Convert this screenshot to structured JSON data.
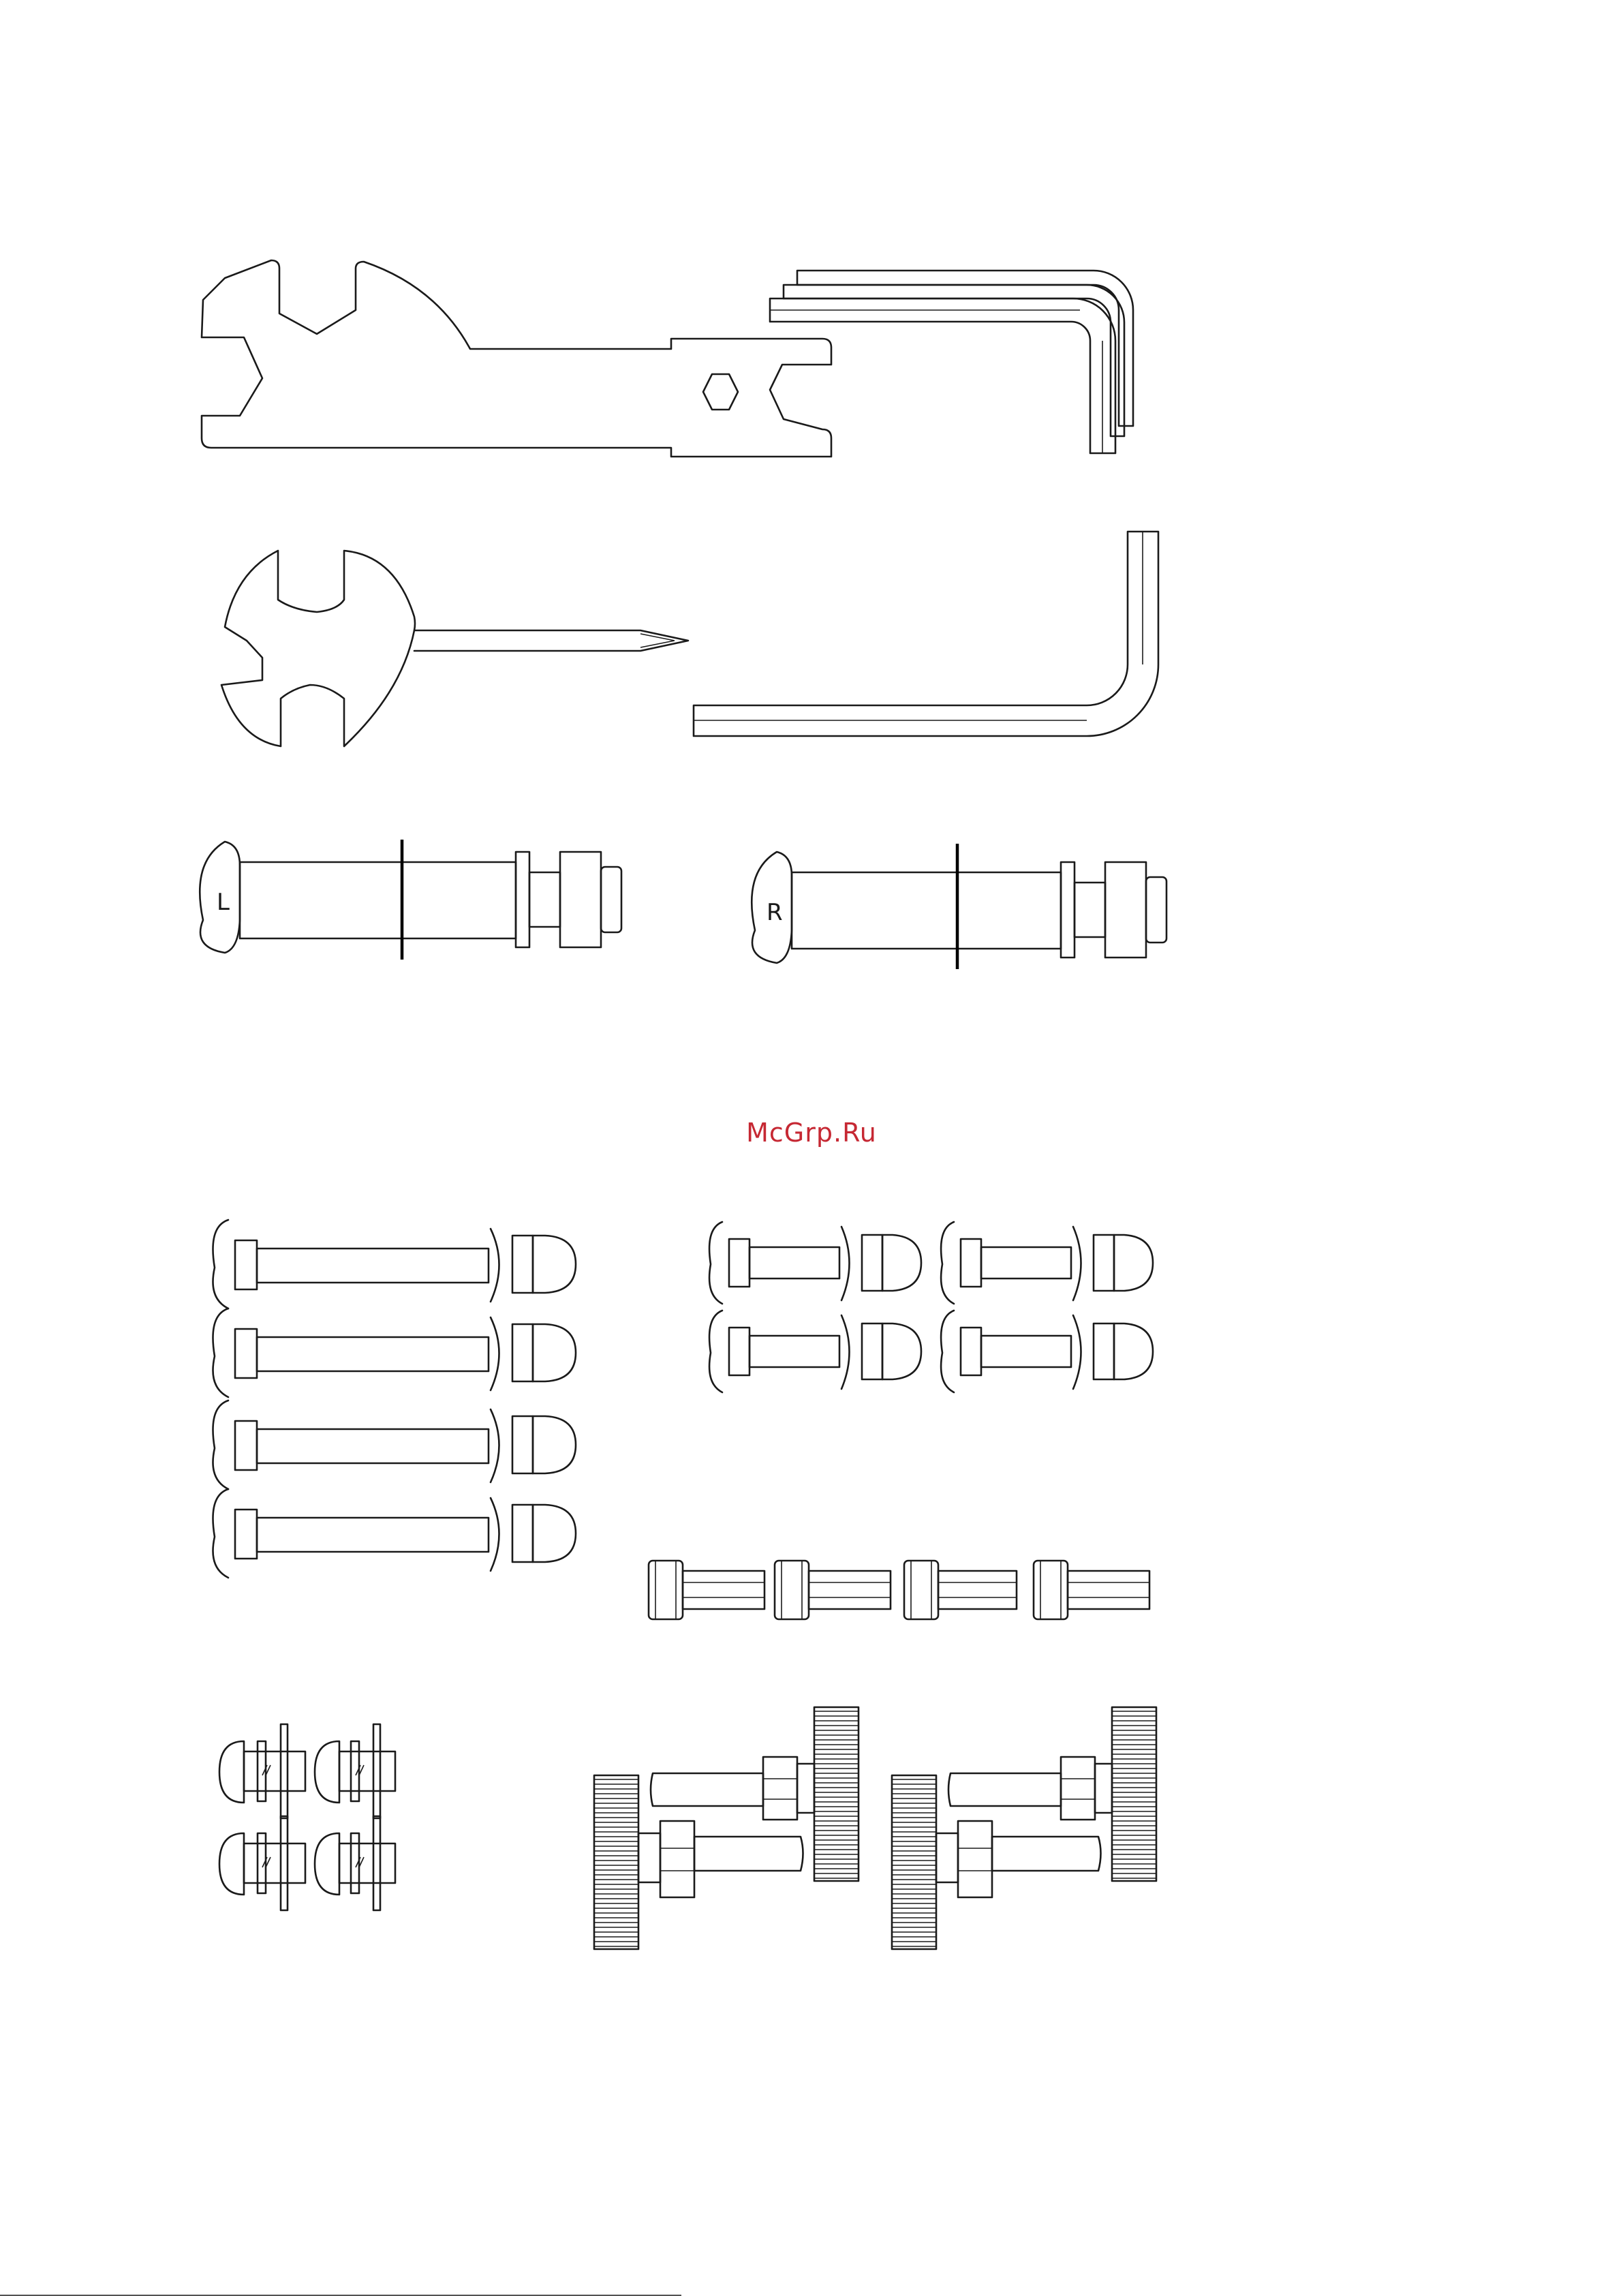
{
  "watermark": {
    "text": "McGrp.Ru",
    "color": "#c62833"
  },
  "markings": {
    "left_bolt_letter": "L",
    "right_bolt_letter": "R"
  },
  "parts": [
    {
      "icon": "combination-wrench-icon"
    },
    {
      "icon": "allen-key-set-icon"
    },
    {
      "icon": "wrench-screwdriver-icon"
    },
    {
      "icon": "long-allen-key-icon"
    },
    {
      "icon": "axle-bolt-left-icon"
    },
    {
      "icon": "axle-bolt-right-icon"
    },
    {
      "icon": "long-carriage-bolts-icon",
      "count": 4
    },
    {
      "icon": "short-carriage-bolts-icon",
      "count": 4
    },
    {
      "icon": "socket-cap-screws-icon",
      "count": 4
    },
    {
      "icon": "small-button-screws-icon",
      "count": 4
    },
    {
      "icon": "knob-bolt-assembly-icon",
      "count": 2
    }
  ]
}
